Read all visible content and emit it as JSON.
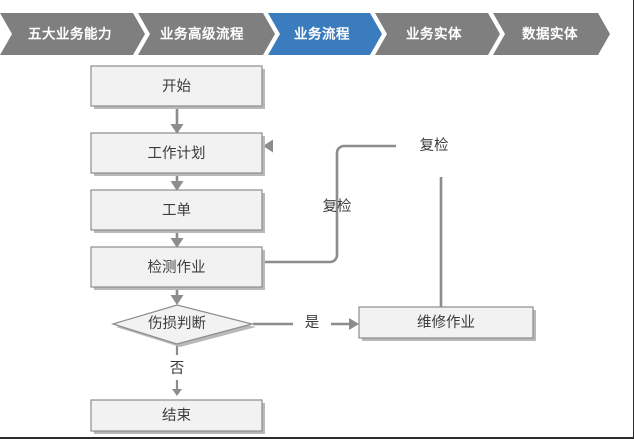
{
  "breadcrumb": {
    "active_index": 2,
    "active_color": "#3a7cbe",
    "inactive_color": "#7f7f7f",
    "label_color": "#ffffff",
    "items": [
      {
        "label": "五大业务能力",
        "active": false
      },
      {
        "label": "业务高级流程",
        "active": false
      },
      {
        "label": "业务流程",
        "active": true
      },
      {
        "label": "业务实体",
        "active": false
      },
      {
        "label": "数据实体",
        "active": false
      }
    ]
  },
  "flow": {
    "node_fill": "#f2f2f2",
    "node_stroke": "#8d8d8d",
    "connector_color": "#8d8d8d",
    "text_color": "#3c3c3c",
    "nodes": [
      {
        "id": "start",
        "type": "process",
        "label": "开始"
      },
      {
        "id": "workplan",
        "type": "process",
        "label": "工作计划"
      },
      {
        "id": "workorder",
        "type": "process",
        "label": "工单"
      },
      {
        "id": "inspection",
        "type": "process",
        "label": "检测作业"
      },
      {
        "id": "decision",
        "type": "decision",
        "label": "伤损判断"
      },
      {
        "id": "repair",
        "type": "process",
        "label": "维修作业"
      },
      {
        "id": "end",
        "type": "process",
        "label": "结束"
      }
    ],
    "edges": [
      {
        "from": "start",
        "to": "workplan",
        "label": ""
      },
      {
        "from": "workplan",
        "to": "workorder",
        "label": ""
      },
      {
        "from": "workorder",
        "to": "inspection",
        "label": ""
      },
      {
        "from": "inspection",
        "to": "decision",
        "label": ""
      },
      {
        "from": "decision",
        "to": "repair",
        "label": "是"
      },
      {
        "from": "decision",
        "to": "end",
        "label": "否"
      },
      {
        "from": "inspection",
        "to": "workplan",
        "label": "复检"
      },
      {
        "from": "repair",
        "to": "workplan",
        "label": "复检"
      }
    ],
    "labels": {
      "yes": "是",
      "no": "否",
      "recheck_inner": "复检",
      "recheck_outer": "复检"
    }
  }
}
